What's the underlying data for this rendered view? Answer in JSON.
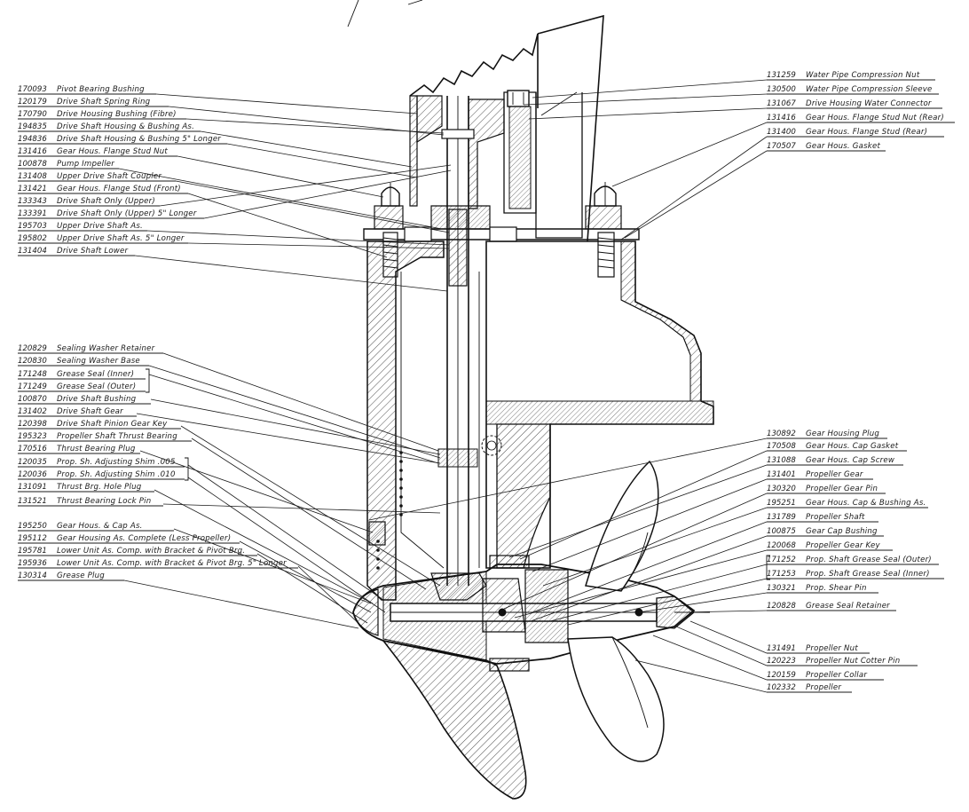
{
  "drawing": {
    "left_callouts_top": [
      {
        "part_no": "170093",
        "name": "Pivot Bearing Bushing"
      },
      {
        "part_no": "120179",
        "name": "Drive Shaft Spring Ring"
      },
      {
        "part_no": "170790",
        "name": "Drive Housing Bushing (Fibre)"
      },
      {
        "part_no": "194835",
        "name": "Drive Shaft Housing & Bushing As."
      },
      {
        "part_no": "194836",
        "name": "Drive Shaft Housing & Bushing 5\" Longer"
      },
      {
        "part_no": "131416",
        "name": "Gear Hous. Flange Stud Nut"
      },
      {
        "part_no": "100878",
        "name": "Pump Impeller"
      },
      {
        "part_no": "131408",
        "name": "Upper Drive Shaft Coupler"
      },
      {
        "part_no": "131421",
        "name": "Gear Hous. Flange Stud (Front)"
      },
      {
        "part_no": "133343",
        "name": "Drive Shaft Only (Upper)"
      },
      {
        "part_no": "133391",
        "name": "Drive Shaft Only (Upper) 5\" Longer"
      },
      {
        "part_no": "195703",
        "name": "Upper Drive Shaft As."
      },
      {
        "part_no": "195802",
        "name": "Upper Drive Shaft As. 5\" Longer"
      },
      {
        "part_no": "131404",
        "name": "Drive Shaft Lower"
      }
    ],
    "left_callouts_middle": [
      {
        "part_no": "120829",
        "name": "Sealing Washer Retainer"
      },
      {
        "part_no": "120830",
        "name": "Sealing Washer Base"
      },
      {
        "part_no": "171248",
        "name": "Grease Seal (Inner)"
      },
      {
        "part_no": "171249",
        "name": "Grease Seal (Outer)"
      },
      {
        "part_no": "100870",
        "name": "Drive Shaft Bushing"
      },
      {
        "part_no": "131402",
        "name": "Drive Shaft Gear"
      },
      {
        "part_no": "120398",
        "name": "Drive Shaft Pinion Gear Key"
      },
      {
        "part_no": "195323",
        "name": "Propeller Shaft Thrust Bearing"
      },
      {
        "part_no": "170516",
        "name": "Thrust Bearing Plug"
      },
      {
        "part_no": "120035",
        "name": "Prop. Sh. Adjusting Shim .005"
      },
      {
        "part_no": "120036",
        "name": "Prop. Sh. Adjusting Shim .010"
      },
      {
        "part_no": "131091",
        "name": "Thrust Brg. Hole Plug"
      },
      {
        "part_no": "131521",
        "name": "Thrust Bearing Lock Pin"
      }
    ],
    "left_callouts_bottom": [
      {
        "part_no": "195250",
        "name": "Gear Hous. & Cap As."
      },
      {
        "part_no": "195112",
        "name": "Gear Housing As. Complete (Less Propeller)"
      },
      {
        "part_no": "195781",
        "name": "Lower Unit As. Comp. with Bracket & Pivot Brg."
      },
      {
        "part_no": "195936",
        "name": "Lower Unit As. Comp. with Bracket & Pivot Brg. 5\" Longer"
      },
      {
        "part_no": "130314",
        "name": "Grease Plug"
      }
    ],
    "right_callouts_top": [
      {
        "part_no": "131259",
        "name": "Water Pipe Compression Nut"
      },
      {
        "part_no": "130500",
        "name": "Water Pipe Compression Sleeve"
      },
      {
        "part_no": "131067",
        "name": "Drive Housing Water Connector"
      },
      {
        "part_no": "131416",
        "name": "Gear Hous. Flange Stud Nut (Rear)"
      },
      {
        "part_no": "131400",
        "name": "Gear Hous. Flange Stud (Rear)"
      },
      {
        "part_no": "170507",
        "name": "Gear Hous. Gasket"
      }
    ],
    "right_callouts_middle": [
      {
        "part_no": "130892",
        "name": "Gear Housing Plug"
      },
      {
        "part_no": "170508",
        "name": "Gear Hous. Cap Gasket"
      },
      {
        "part_no": "131088",
        "name": "Gear Hous. Cap Screw"
      },
      {
        "part_no": "131401",
        "name": "Propeller Gear"
      },
      {
        "part_no": "130320",
        "name": "Propeller Gear Pin"
      },
      {
        "part_no": "195251",
        "name": "Gear Hous. Cap & Bushing As."
      },
      {
        "part_no": "131789",
        "name": "Propeller Shaft"
      },
      {
        "part_no": "100875",
        "name": "Gear Cap Bushing"
      },
      {
        "part_no": "120068",
        "name": "Propeller Gear Key"
      },
      {
        "part_no": "171252",
        "name": "Prop. Shaft Grease Seal (Outer)"
      },
      {
        "part_no": "171253",
        "name": "Prop. Shaft Grease Seal (Inner)"
      },
      {
        "part_no": "130321",
        "name": "Prop. Shear Pin"
      },
      {
        "part_no": "120828",
        "name": "Grease Seal Retainer"
      }
    ],
    "right_callouts_bottom": [
      {
        "part_no": "131491",
        "name": "Propeller Nut"
      },
      {
        "part_no": "120223",
        "name": "Propeller Nut Cotter Pin"
      },
      {
        "part_no": "120159",
        "name": "Propeller Collar"
      },
      {
        "part_no": "102332",
        "name": "Propeller"
      }
    ]
  }
}
